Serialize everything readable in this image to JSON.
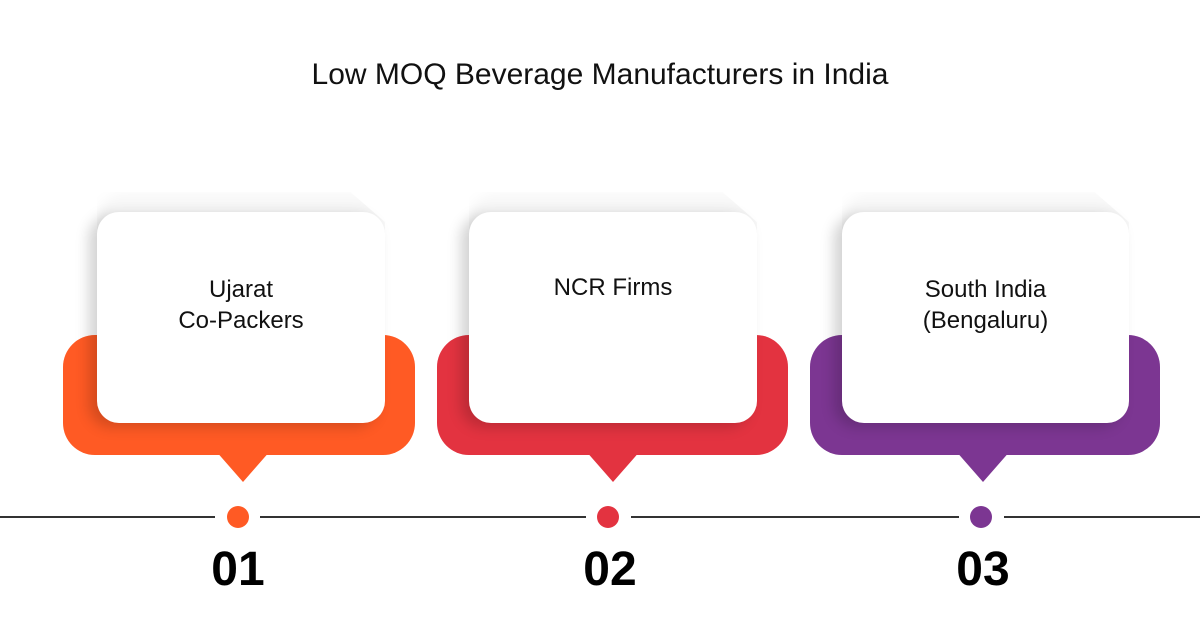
{
  "title": "Low MOQ Beverage Manufacturers in India",
  "steps": [
    {
      "number": "01",
      "label": "Ujarat\nCo-Packers",
      "color": "#FF5A24"
    },
    {
      "number": "02",
      "label": "NCR Firms",
      "color": "#E33340"
    },
    {
      "number": "03",
      "label": "South India\n(Bengaluru)",
      "color": "#7C3692"
    }
  ]
}
